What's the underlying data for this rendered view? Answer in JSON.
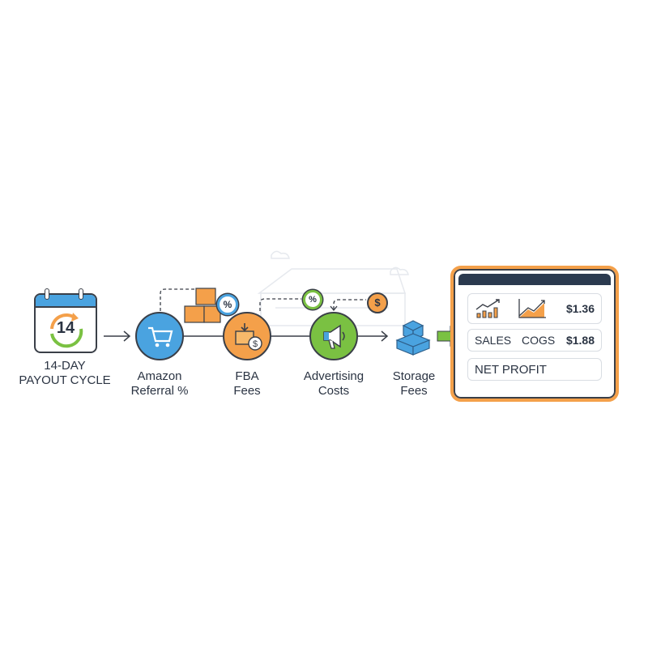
{
  "payout": {
    "day_number": "14",
    "label_line1": "14-DAY",
    "label_line2": "PAYOUT CYCLE"
  },
  "steps": [
    {
      "label_line1": "Amazon",
      "label_line2": "Referral %",
      "icon": "shopping-cart-icon",
      "color": "#4aa3e0"
    },
    {
      "label_line1": "FBA",
      "label_line2": "Fees",
      "icon": "package-dollar-icon",
      "color": "#f4a04a"
    },
    {
      "label_line1": "Advertising",
      "label_line2": "Costs",
      "icon": "megaphone-icon",
      "color": "#7ac142"
    },
    {
      "label_line1": "Storage",
      "label_line2": "Fees",
      "icon": "stacked-boxes-icon",
      "color": "#4aa3e0"
    }
  ],
  "badges": {
    "percent": "%",
    "dollar": "$"
  },
  "dashboard": {
    "row1_value": "$1.36",
    "row2_sales": "SALES",
    "row2_cogs": "COGS",
    "row2_value": "$1.88",
    "row3_label": "NET PROFIT"
  },
  "colors": {
    "orange": "#f4a04a",
    "blue": "#4aa3e0",
    "green": "#7ac142",
    "navy": "#2b3a4f"
  }
}
